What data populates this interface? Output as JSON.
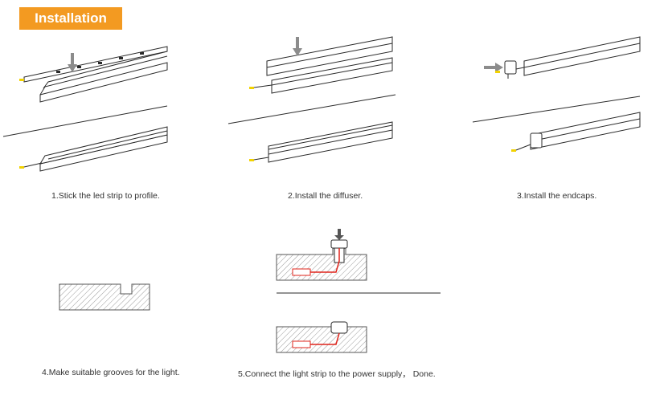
{
  "header": {
    "title": "Installation"
  },
  "steps": [
    {
      "caption": "1.Stick the led strip to profile."
    },
    {
      "caption": "2.Install the diffuser."
    },
    {
      "caption": "3.Install the endcaps."
    },
    {
      "caption": "4.Make suitable grooves for the light."
    },
    {
      "caption": "5.Connect the light strip to the power supply，  Done."
    }
  ],
  "colors": {
    "accent": "#F39A21",
    "wire": "#E0241B",
    "led": "#F2D200",
    "arrow": "#8C8C8C",
    "line": "#2A2A2A"
  },
  "icons": [
    "down-arrow-icon",
    "right-arrow-icon"
  ]
}
